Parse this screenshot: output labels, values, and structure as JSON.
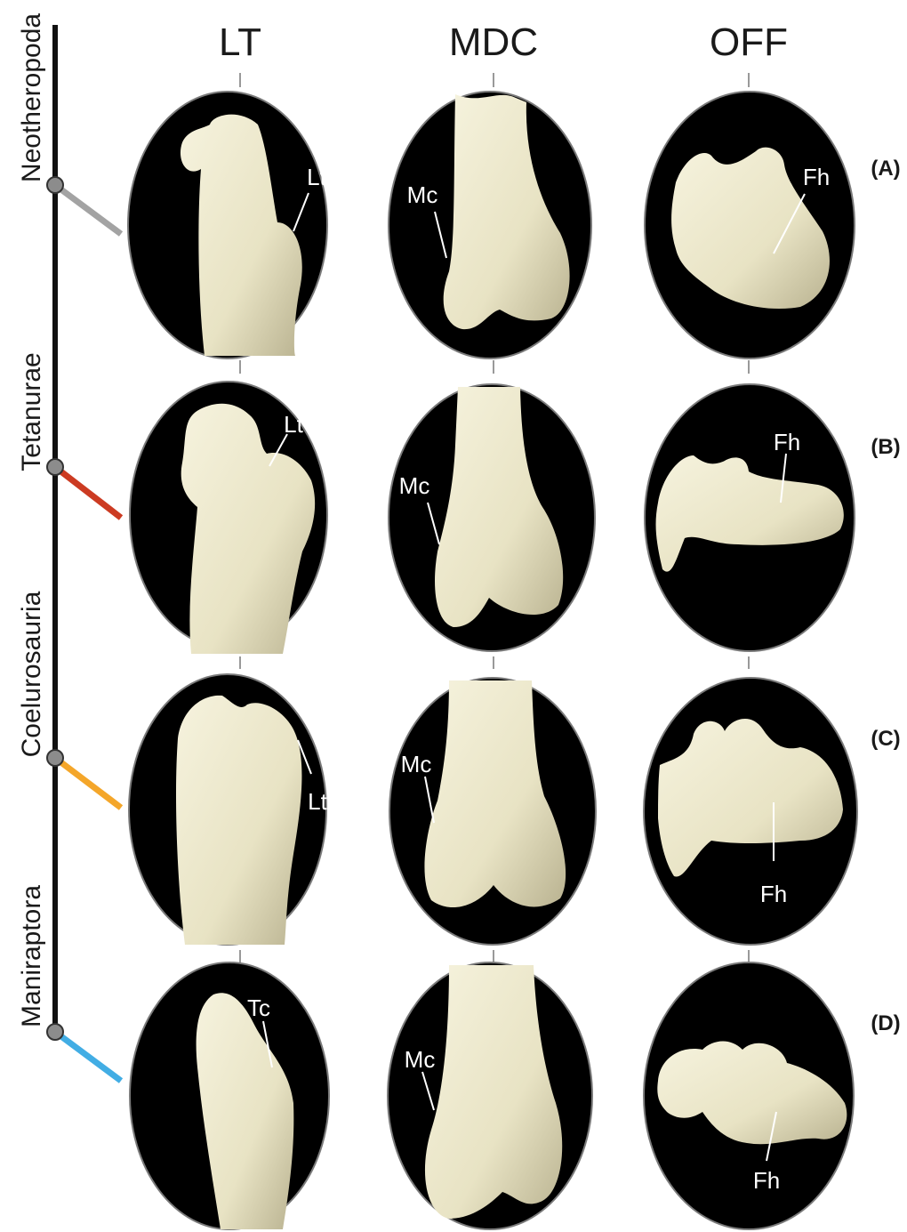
{
  "columns": [
    {
      "key": "lt",
      "label": "LT"
    },
    {
      "key": "mdc",
      "label": "MDC"
    },
    {
      "key": "off",
      "label": "OFF"
    }
  ],
  "clades": [
    {
      "label": "Neotheropoda",
      "branch_color": "#a3a3a3"
    },
    {
      "label": "Tetanurae",
      "branch_color": "#cc3b22"
    },
    {
      "label": "Coelurosauria",
      "branch_color": "#f4a62a"
    },
    {
      "label": "Maniraptora",
      "branch_color": "#42ade4"
    }
  ],
  "rows": [
    {
      "panel": "(A)",
      "lt": "Lt",
      "mdc": "Mc",
      "off": "Fh"
    },
    {
      "panel": "(B)",
      "lt": "Lt",
      "mdc": "Mc",
      "off": "Fh"
    },
    {
      "panel": "(C)",
      "lt": "Lt",
      "mdc": "Mc",
      "off": "Fh"
    },
    {
      "panel": "(D)",
      "lt": "Tc",
      "mdc": "Mc",
      "off": "Fh"
    }
  ],
  "colors": {
    "background": "#ffffff",
    "ellipse_fill": "#000000",
    "ellipse_stroke": "#7a7a7a",
    "bone": "#eeeacf",
    "bone_shade": "#c9c3a3",
    "tree": "#111111",
    "node": "#8c8c8c",
    "leader": "#ffffff"
  }
}
